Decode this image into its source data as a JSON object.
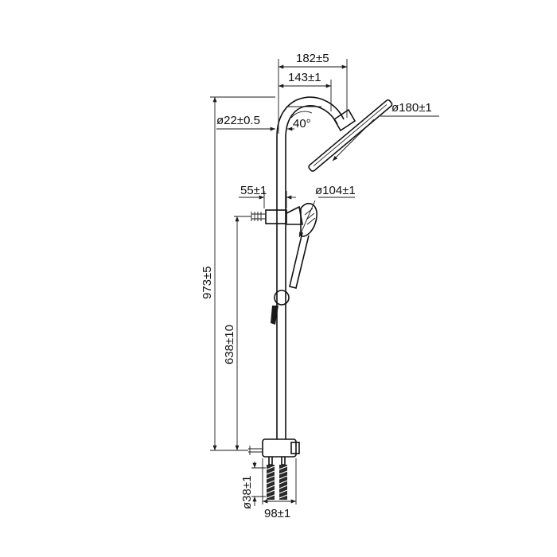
{
  "dimensions": {
    "head_offset_outer": "182±5",
    "head_offset_inner": "143±1",
    "head_diameter": "ø180±1",
    "pipe_diameter": "ø22±0.5",
    "head_angle": "40°",
    "holder_offset": "55±1",
    "hand_shower_diameter": "ø104±1",
    "total_height": "973±5",
    "bracket_height": "638±10",
    "inlet_diameter": "ø38±1",
    "inlet_spacing": "98±1"
  },
  "colors": {
    "line": "#1a1a1a",
    "background": "#ffffff"
  }
}
